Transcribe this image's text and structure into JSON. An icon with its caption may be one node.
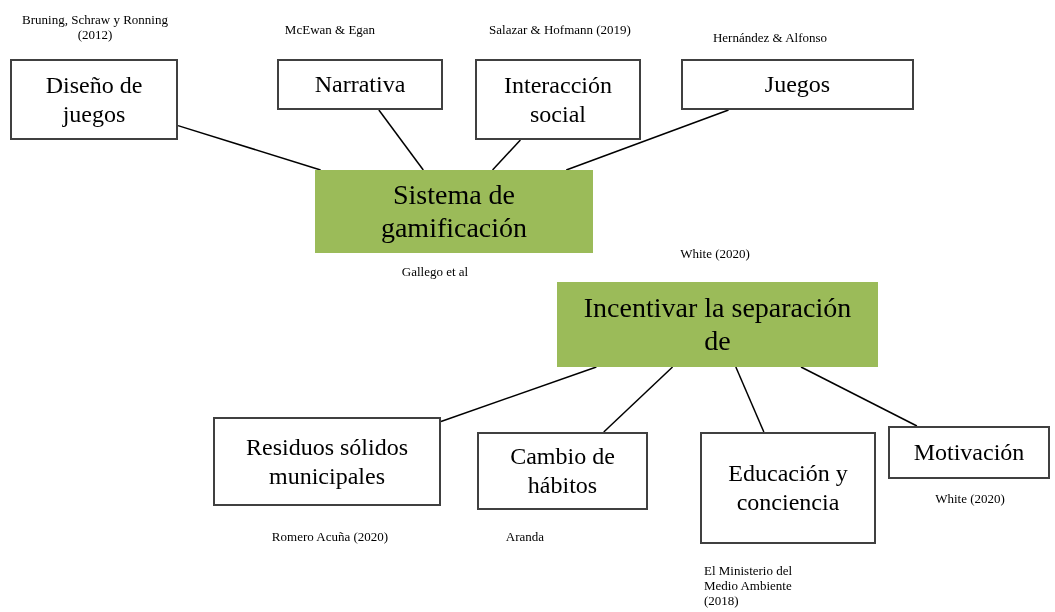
{
  "diagram": {
    "nodes": [
      {
        "text": [
          "Sistema de gamificación"
        ],
        "beside": [
          "Gallego et al"
        ]
      },
      {
        "text": [
          "Diseño de juegos"
        ],
        "beside": [
          "Bruning, Schraw y Ronning (2012)"
        ]
      },
      {
        "text": [
          "Narrativa"
        ],
        "beside": [
          "McEwan & Egan"
        ]
      },
      {
        "text": [
          "Interacción social"
        ],
        "beside": [
          "Salazar & Hofmann (2019)"
        ]
      },
      {
        "text": [
          "Juegos"
        ],
        "beside": [
          "Hernández & Alfonso"
        ]
      },
      {
        "text": [
          "Incentivar la separación de"
        ],
        "beside": [
          "White (2020)"
        ]
      },
      {
        "text": [
          "Residuos sólidos municipales"
        ],
        "beside": [
          "Romero Acuña (2020)"
        ]
      },
      {
        "text": [
          "Cambio de hábitos"
        ],
        "beside": [
          "Aranda"
        ]
      },
      {
        "text": [
          "Educación y conciencia"
        ],
        "beside": [
          "El Ministerio del Medio Ambiente (2018)"
        ]
      },
      {
        "text": [
          "Motivación"
        ],
        "beside": [
          "White (2020)"
        ]
      }
    ],
    "edges": [
      {
        "from": 1,
        "to": 0,
        "arrow": "none"
      },
      {
        "from": 2,
        "to": 0,
        "arrow": "none"
      },
      {
        "from": 3,
        "to": 0,
        "arrow": "none"
      },
      {
        "from": 4,
        "to": 0,
        "arrow": "none"
      },
      {
        "from": 5,
        "to": 6,
        "arrow": "none"
      },
      {
        "from": 5,
        "to": 7,
        "arrow": "none"
      },
      {
        "from": 5,
        "to": 8,
        "arrow": "none"
      },
      {
        "from": 5,
        "to": 9,
        "arrow": "none"
      }
    ]
  }
}
